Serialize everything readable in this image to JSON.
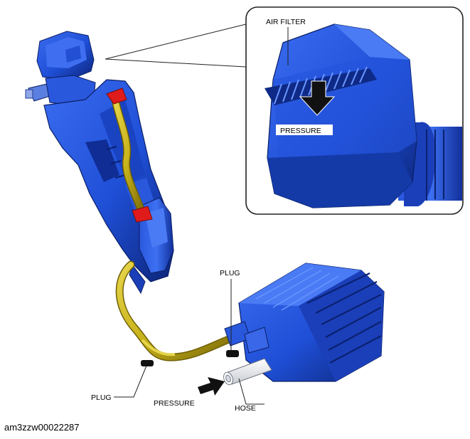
{
  "labels": {
    "air_filter": "AIR FILTER",
    "pressure_inset": "PRESSURE",
    "plug_top": "PLUG",
    "plug_bottom": "PLUG",
    "pressure_bottom": "PRESSURE",
    "hose": "HOSE"
  },
  "figure_code": "am3zzw00022287",
  "colors": {
    "component_blue": "#1f4fd6",
    "component_dark": "#0d2a8a",
    "hose_yellow": "#c8b21a",
    "clip_red": "#e01b1b",
    "arrow": "#111111"
  }
}
